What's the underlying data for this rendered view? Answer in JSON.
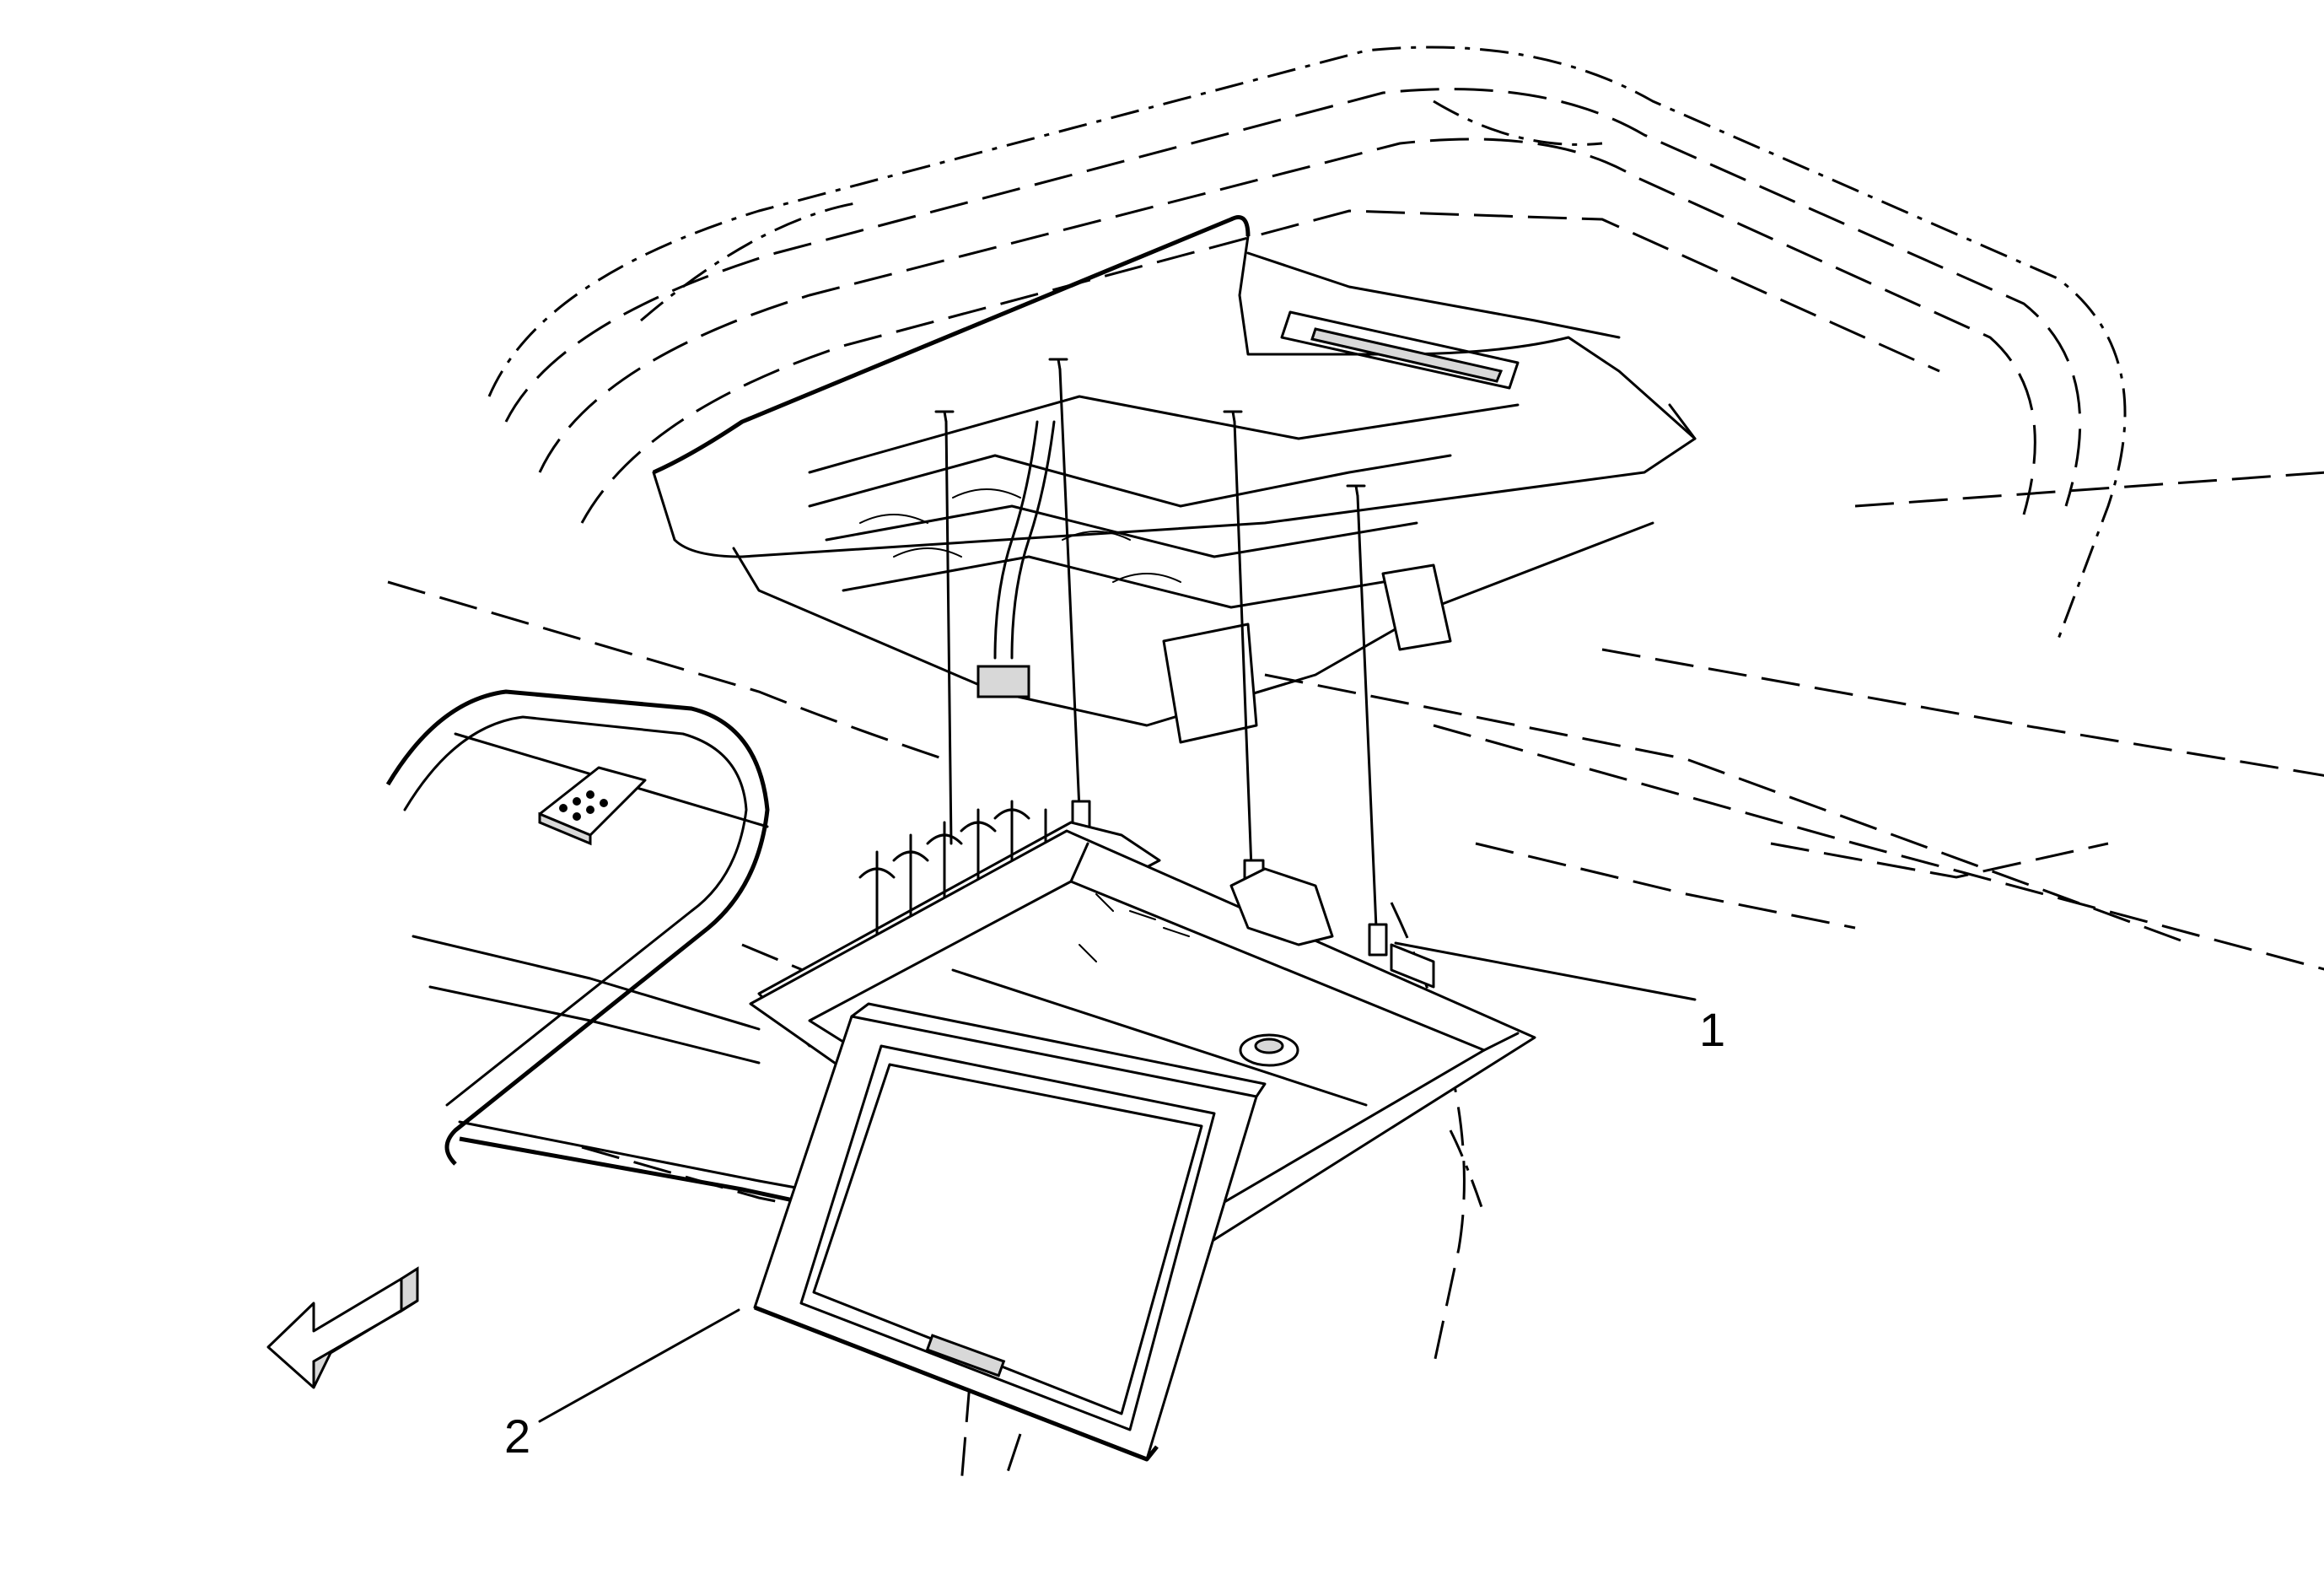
{
  "callouts": [
    {
      "id": "1",
      "label": "1"
    },
    {
      "id": "2",
      "label": "2"
    }
  ],
  "icons": {
    "direction_arrow": "front-direction-arrow-icon",
    "fasteners": "screw-icon"
  },
  "colors": {
    "line": "#000000",
    "background": "#ffffff"
  }
}
